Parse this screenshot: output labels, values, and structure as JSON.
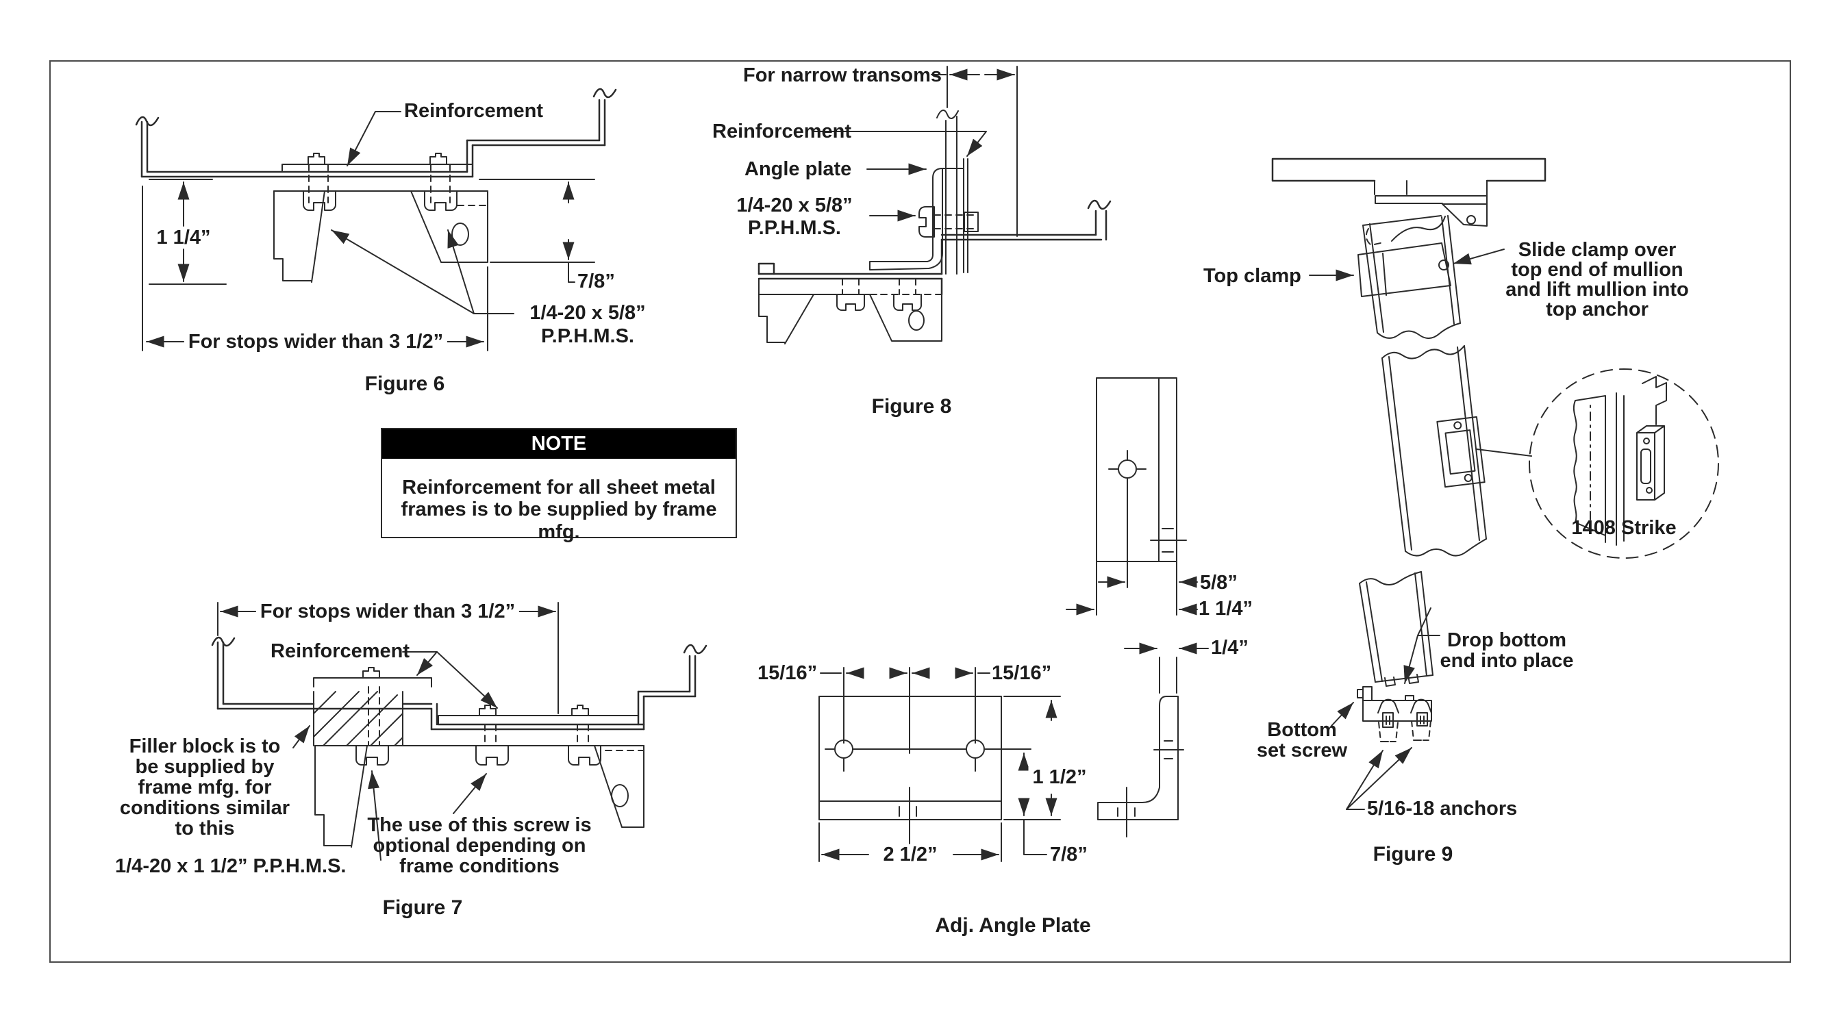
{
  "colors": {
    "line": "#2b2b2b",
    "note_header_bg": "#000000",
    "note_header_text": "#ffffff",
    "sheet_border": "#4a4a4a"
  },
  "note": {
    "header": "NOTE",
    "line1": "Reinforcement for all sheet metal",
    "line2": "frames is to be supplied by frame mfg."
  },
  "fig6": {
    "caption": "Figure 6",
    "reinforcement": "Reinforcement",
    "dim_depth": "1 1/4”",
    "dim_bracket": "7/8”",
    "screw1": "1/4-20 x 5/8”",
    "screw2": "P.P.H.M.S.",
    "stops": "For stops wider than 3 1/2”"
  },
  "fig7": {
    "caption": "Figure 7",
    "stops": "For stops wider than 3 1/2”",
    "reinforcement": "Reinforcement",
    "filler1": "Filler block is to",
    "filler2": "be supplied by",
    "filler3": "frame mfg. for",
    "filler4": "conditions similar",
    "filler5": "to this",
    "screw": "1/4-20 x 1 1/2” P.P.H.M.S.",
    "use1": "The use of this screw is",
    "use2": "optional depending on",
    "use3": "frame conditions"
  },
  "fig8": {
    "caption": "Figure 8",
    "transoms": "For narrow transoms",
    "reinforcement": "Reinforcement",
    "angle_plate": "Angle plate",
    "screw1": "1/4-20 x 5/8”",
    "screw2": "P.P.H.M.S."
  },
  "fig9": {
    "caption": "Figure 9",
    "top_clamp": "Top clamp",
    "slide1": "Slide clamp over",
    "slide2": "top end of mullion",
    "slide3": "and lift mullion into",
    "slide4": "top anchor",
    "strike": "1408 Strike",
    "drop1": "Drop bottom",
    "drop2": "end into place",
    "bottom1": "Bottom",
    "bottom2": "set screw",
    "anchors": "5/16-18 anchors"
  },
  "plate": {
    "caption": "Adj. Angle Plate",
    "d15a": "15/16”",
    "d15b": "15/16”",
    "dq": "1/4”",
    "d58": "5/8”",
    "d114": "1 1/4”",
    "d112": "1 1/2”",
    "d212": "2 1/2”",
    "d78": "7/8”"
  }
}
